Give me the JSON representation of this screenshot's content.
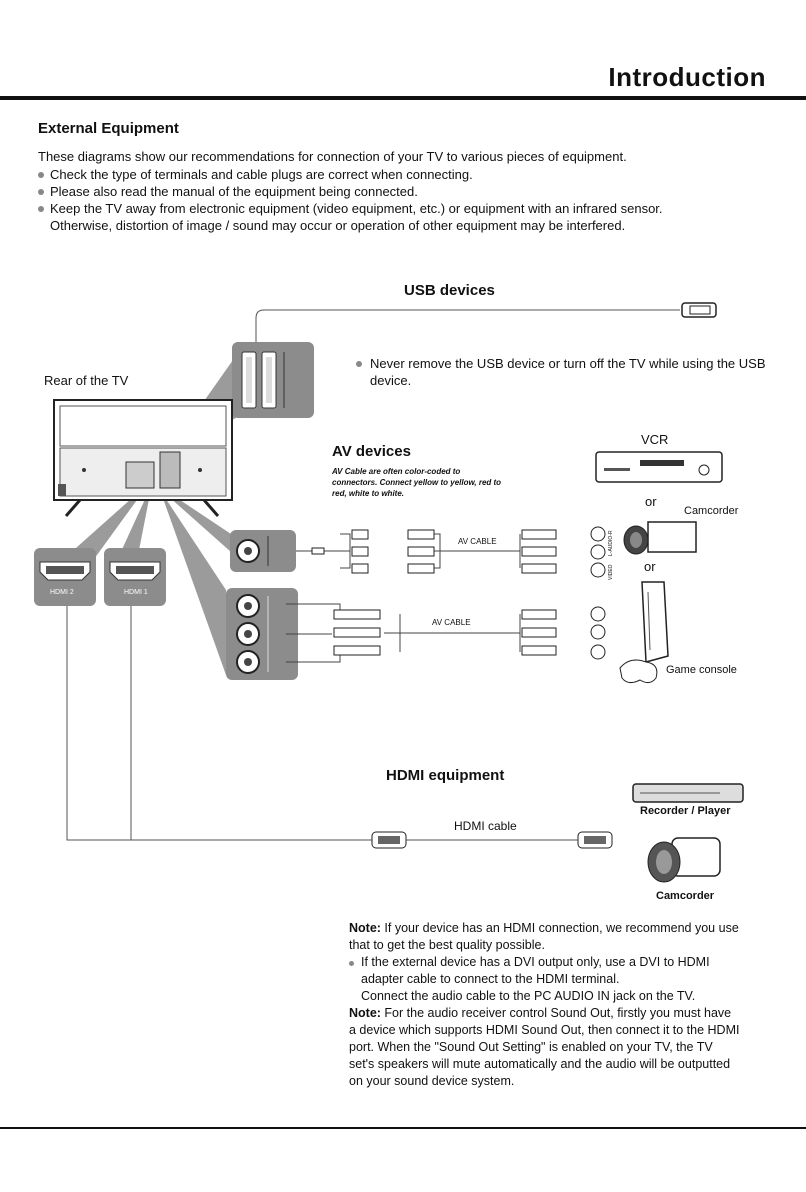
{
  "header": {
    "title": "Introduction"
  },
  "section": {
    "title": "External Equipment",
    "intro": "These diagrams show our recommendations for connection of your TV to various pieces of equipment.",
    "bullets": [
      "Check the type of terminals and cable plugs are correct when connecting.",
      "Please also read the manual of the equipment being connected.",
      "Keep the TV away from electronic equipment (video equipment, etc.) or equipment with an infrared sensor."
    ],
    "bullet_continuation": "Otherwise, distortion of image / sound may occur or operation of other equipment may be interfered."
  },
  "diagram": {
    "usb_title": "USB devices",
    "usb_note": "Never remove the USB device or turn off the TV while using the USB device.",
    "rear_label": "Rear of the TV",
    "av_title": "AV devices",
    "av_note": "AV Cable are often color-coded to connectors. Connect yellow to yellow, red to red, white to white.",
    "av_cable_label": "AV CABLE",
    "vcr_label": "VCR",
    "or_label": "or",
    "camcorder_label": "Camcorder",
    "game_console_label": "Game console",
    "hdmi1_label": "HDMI 1",
    "hdmi2_label": "HDMI  2",
    "jack_labels": [
      "VIDEO",
      "L-AUDIO-R"
    ],
    "hdmi_title": "HDMI equipment",
    "hdmi_cable_label": "HDMI cable",
    "recorder_label": "Recorder / Player",
    "camcorder_bold_label": "Camcorder"
  },
  "notes": {
    "note_word": "Note:",
    "note1": " If your device has an HDMI connection, we recommend you use that to get the best quality possible.",
    "bullet": "If the external device has a DVI output only, use a DVI to HDMI adapter cable to connect to the HDMI terminal.",
    "bullet_cont": "Connect the audio cable to the PC AUDIO IN jack on the TV.",
    "note2": " For the audio receiver control Sound Out, firstly you must have a device which supports HDMI Sound Out, then connect it to the HDMI   port. When the \"Sound Out Setting\" is enabled on your TV, the TV set's speakers will mute automatically and the audio will be outputted on your sound device system."
  }
}
